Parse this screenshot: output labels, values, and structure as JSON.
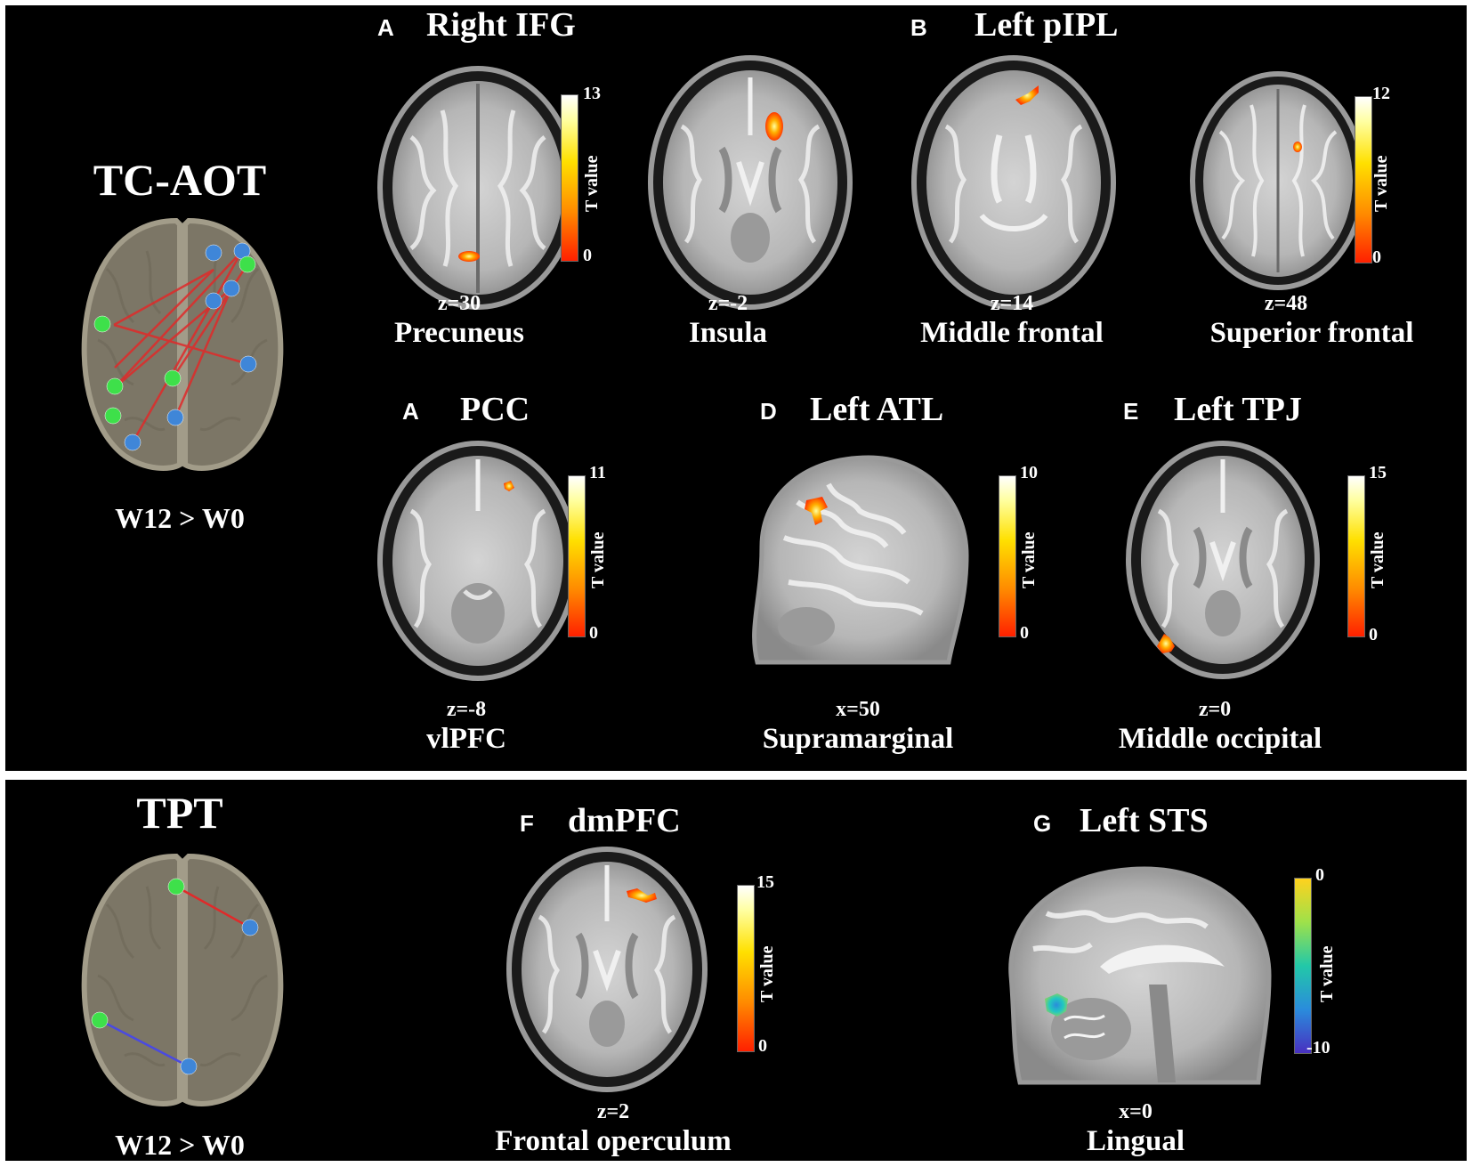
{
  "top_section": {
    "group": "TC-AOT",
    "comparison": "W12 > W0",
    "panels": [
      {
        "letter": "A",
        "title": "Right IFG"
      },
      {
        "letter": "B",
        "title": "Left pIPL"
      },
      {
        "letter": "A",
        "title": "PCC"
      },
      {
        "letter": "D",
        "title": "Left ATL"
      },
      {
        "letter": "E",
        "title": "Left TPJ"
      }
    ],
    "slices": [
      {
        "coord": "z=30",
        "region": "Precuneus"
      },
      {
        "coord": "z=-2",
        "region": "Insula"
      },
      {
        "coord": "z=14",
        "region": "Middle frontal"
      },
      {
        "coord": "z=48",
        "region": "Superior frontal"
      },
      {
        "coord": "z=-8",
        "region": "vlPFC"
      },
      {
        "coord": "x=50",
        "region": "Supramarginal"
      },
      {
        "coord": "z=0",
        "region": "Middle occipital"
      }
    ]
  },
  "bottom_section": {
    "group": "TPT",
    "comparison": "W12 > W0",
    "panels": [
      {
        "letter": "F",
        "title": "dmPFC"
      },
      {
        "letter": "G",
        "title": "Left STS"
      }
    ],
    "slices": [
      {
        "coord": "z=2",
        "region": "Frontal operculum"
      },
      {
        "coord": "x=0",
        "region": "Lingual"
      }
    ]
  },
  "colorbars": [
    {
      "label": "T value",
      "max": "13",
      "min": "0"
    },
    {
      "label": "T value",
      "max": "12",
      "min": "0"
    },
    {
      "label": "T value",
      "max": "11",
      "min": "0"
    },
    {
      "label": "T value",
      "max": "10",
      "min": "0"
    },
    {
      "label": "T value",
      "max": "15",
      "min": "0"
    },
    {
      "label": "T value",
      "max": "15",
      "min": "0"
    },
    {
      "label": "T value",
      "max": "0",
      "min": "-10"
    }
  ],
  "colors": {
    "background": "#000000",
    "divider": "#ffffff",
    "node_green": "#3ee04a",
    "node_blue": "#3f86d8",
    "edge_red": "#e02a2a",
    "edge_blue": "#4a4ae0",
    "activation_warm": "#ff8a00",
    "activation_cool": "#20c8c0"
  }
}
